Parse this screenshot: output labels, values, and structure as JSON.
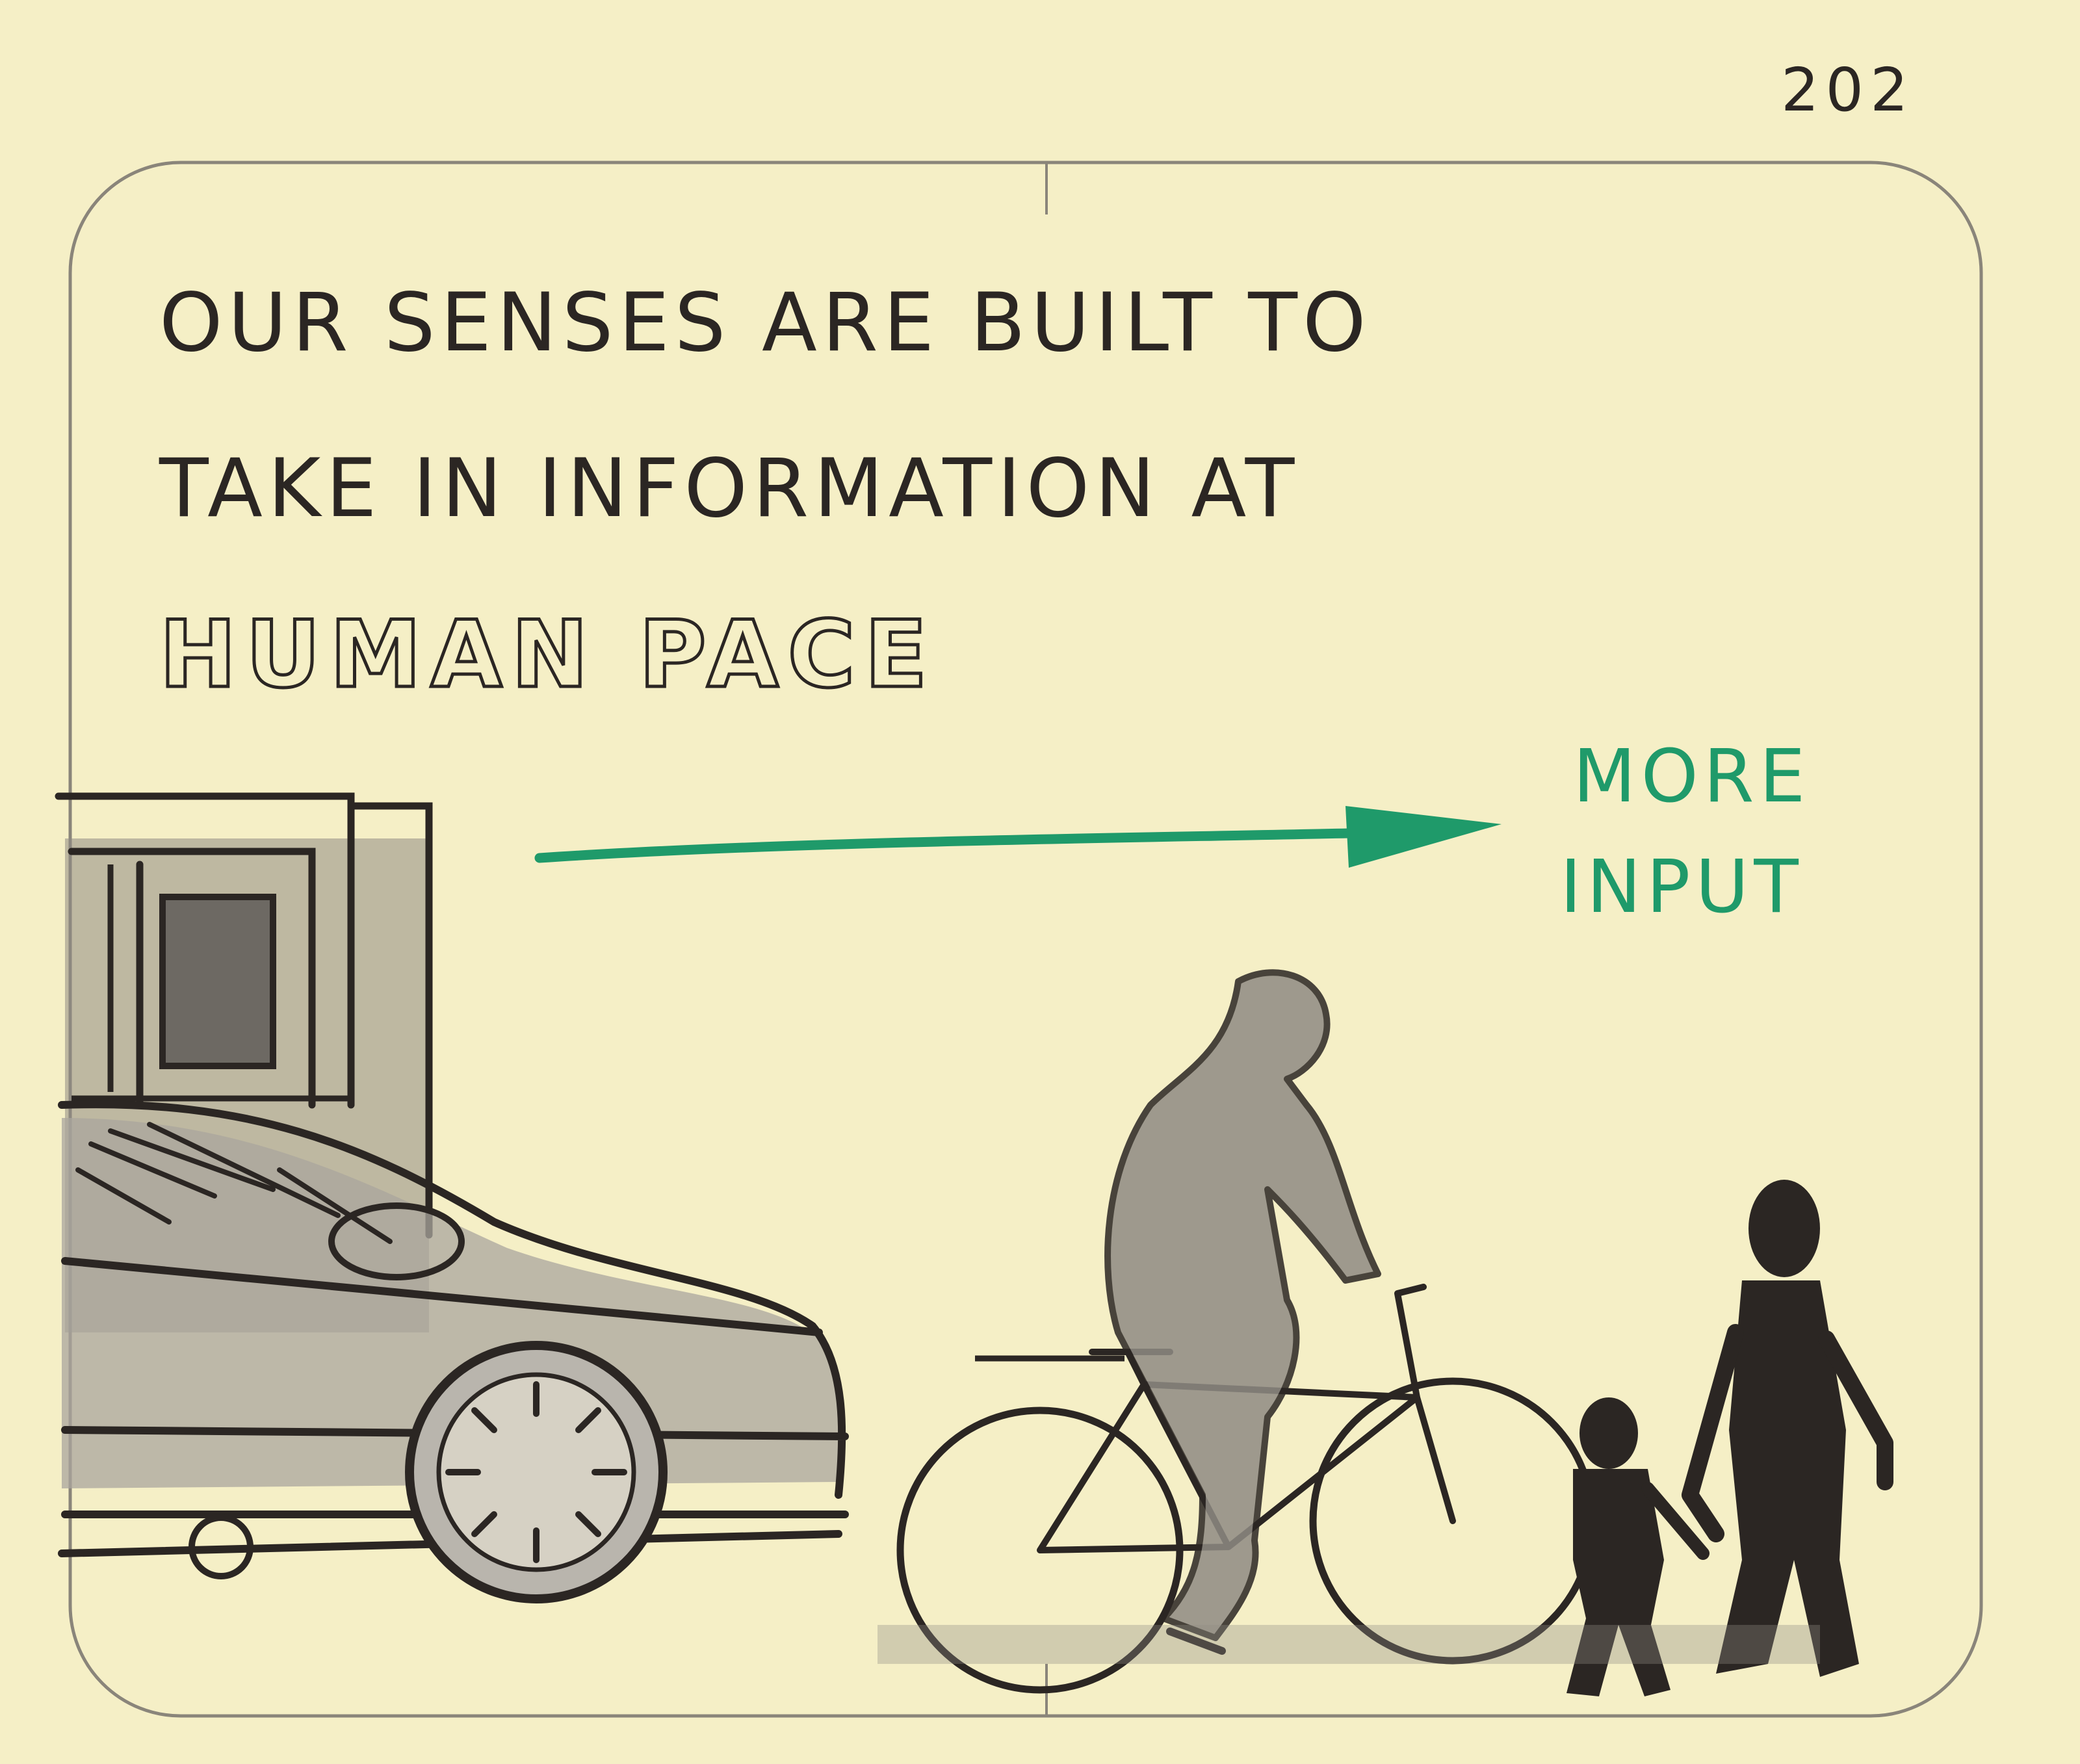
{
  "page": {
    "number": "202",
    "background_color": "#f5efc6",
    "ink_color": "#2b2623",
    "accent_color": "#1f9a6a"
  },
  "caption": {
    "line1": "OUR SENSES ARE BUILT TO",
    "line2": "TAKE IN INFORMATION AT",
    "line3": "HUMAN PACE"
  },
  "annotation": {
    "line1": "MORE",
    "line2": "INPUT",
    "arrow_icon": "right-arrow-icon"
  },
  "illustration": {
    "figures": [
      "car-icon",
      "building-icon",
      "cyclist-icon",
      "bicycle-icon",
      "adult-pedestrian-icon",
      "child-pedestrian-icon"
    ]
  }
}
